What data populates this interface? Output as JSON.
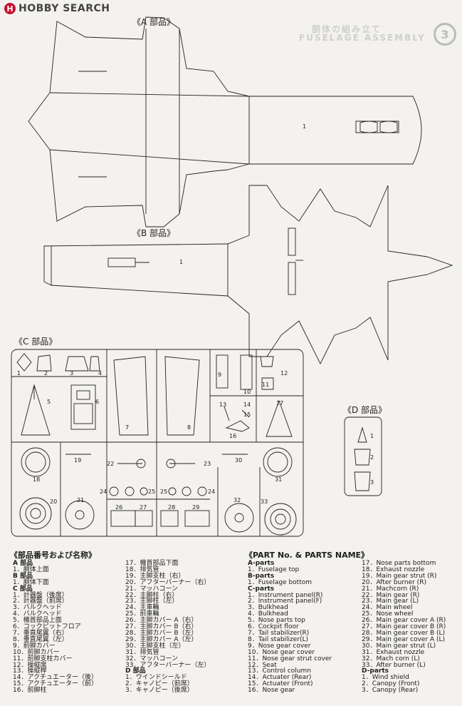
{
  "logo": {
    "mark": "H",
    "text": "HOBBY SEARCH"
  },
  "headers": {
    "a_parts": "《A 部品》",
    "b_parts": "《B 部品》",
    "c_parts": "《C 部品》",
    "d_parts": "《D 部品》"
  },
  "ghost": {
    "line1": "胴体の組み立て",
    "line2": "FUSELAGE ASSEMBLY",
    "circle": "3"
  },
  "part_numbers": {
    "a1": "1",
    "b1": "1",
    "c": [
      "1",
      "2",
      "3",
      "4",
      "5",
      "6",
      "7",
      "8",
      "9",
      "10",
      "11",
      "12",
      "13",
      "14",
      "15",
      "16",
      "17",
      "18",
      "19",
      "20",
      "21",
      "22",
      "23",
      "24",
      "25",
      "25",
      "26",
      "27",
      "28",
      "29",
      "30",
      "31",
      "32",
      "33",
      "24"
    ],
    "d": [
      "1",
      "2",
      "3"
    ]
  },
  "jp_list": {
    "title": "《部品番号および名称》",
    "col1": [
      {
        "text": "A 部品",
        "head": true
      },
      {
        "text": "1．胴体上面"
      },
      {
        "text": "B 部品",
        "head": true
      },
      {
        "text": "1．胴体下面"
      },
      {
        "text": "C 部品",
        "head": true
      },
      {
        "text": "1．計器盤（後席）"
      },
      {
        "text": "2．計器盤（前席）"
      },
      {
        "text": "3．バルクヘッド"
      },
      {
        "text": "4．バルクヘッド"
      },
      {
        "text": "5．機首部品上面"
      },
      {
        "text": "6．コックピットフロア"
      },
      {
        "text": "7．垂直尾翼（右）"
      },
      {
        "text": "8．垂直尾翼（左）"
      },
      {
        "text": "9．前脚カバー"
      },
      {
        "text": "10．前脚カバー"
      },
      {
        "text": "11．前脚支柱カバー"
      },
      {
        "text": "12．操縦席"
      },
      {
        "text": "13．操縦桿"
      },
      {
        "text": "14．アクチュエーター（後）"
      },
      {
        "text": "15．アクチュエーター（前）"
      },
      {
        "text": "16．前脚柱"
      }
    ],
    "col2": [
      {
        "text": "17．機首部品下面"
      },
      {
        "text": "18．排気管"
      },
      {
        "text": "19．主脚支柱（右）"
      },
      {
        "text": "20．アフターバーナー（右）"
      },
      {
        "text": "21．マッハコーン"
      },
      {
        "text": "22．主脚柱（右）"
      },
      {
        "text": "23．主脚柱（左）"
      },
      {
        "text": "24．主車輪"
      },
      {
        "text": "25．前車輪"
      },
      {
        "text": "26．主脚カバー A（右）"
      },
      {
        "text": "27．主脚カバー B（右）"
      },
      {
        "text": "28．主脚カバー B（左）"
      },
      {
        "text": "29．主脚カバー A（左）"
      },
      {
        "text": "30．主脚支柱（左）"
      },
      {
        "text": "31．排気管"
      },
      {
        "text": "32．マッハコーン"
      },
      {
        "text": "33．アフターバーナー（左）"
      },
      {
        "text": "D 部品",
        "head": true
      },
      {
        "text": "1．ウインドシールド"
      },
      {
        "text": "2．キャノピー（前席）"
      },
      {
        "text": "3．キャノピー（後席）"
      }
    ]
  },
  "en_list": {
    "title": "《PART No. & PARTS NAME》",
    "col1": [
      {
        "text": "A-parts",
        "head": true
      },
      {
        "text": "1．Fuselage top"
      },
      {
        "text": "B-parts",
        "head": true
      },
      {
        "text": "1．Fuselage bottom"
      },
      {
        "text": "C-parts",
        "head": true
      },
      {
        "text": "1．Instrument panel(R)"
      },
      {
        "text": "2．Instrument panel(F)"
      },
      {
        "text": "3．Bulkhead"
      },
      {
        "text": "4．Bulkhead"
      },
      {
        "text": "5．Nose parts top"
      },
      {
        "text": "6．Cockpit floor"
      },
      {
        "text": "7．Tail stabilizer(R)"
      },
      {
        "text": "8．Tail stabilizer(L)"
      },
      {
        "text": "9．Nose gear cover"
      },
      {
        "text": "10．Nose gear cover"
      },
      {
        "text": "11．Nose gear strut cover"
      },
      {
        "text": "12．Seat"
      },
      {
        "text": "13．Control column"
      },
      {
        "text": "14．Actuater (Rear)"
      },
      {
        "text": "15．Actuater (Front)"
      },
      {
        "text": "16．Nose gear"
      }
    ],
    "col2": [
      {
        "text": "17．Nose parts bottom"
      },
      {
        "text": "18．Exhaust nozzle"
      },
      {
        "text": "19．Main gear strut (R)"
      },
      {
        "text": "20．After burner (R)"
      },
      {
        "text": "21．Machcorn (R)"
      },
      {
        "text": "22．Main gear (R)"
      },
      {
        "text": "23．Main gear (L)"
      },
      {
        "text": "24．Main wheel"
      },
      {
        "text": "25．Nose wheel"
      },
      {
        "text": "26．Main gear cover A (R)"
      },
      {
        "text": "27．Main gear cover B (R)"
      },
      {
        "text": "28．Main gear cover B (L)"
      },
      {
        "text": "29．Main gear cover A (L)"
      },
      {
        "text": "30．Main gear strut (L)"
      },
      {
        "text": "31．Exhaust nozzle"
      },
      {
        "text": "32．Mach corn (L)"
      },
      {
        "text": "33．After burner (L)"
      },
      {
        "text": "D-parts",
        "head": true
      },
      {
        "text": "1．Wind shield"
      },
      {
        "text": "2．Canopy (Front)"
      },
      {
        "text": "3．Canopy (Rear)"
      }
    ]
  }
}
